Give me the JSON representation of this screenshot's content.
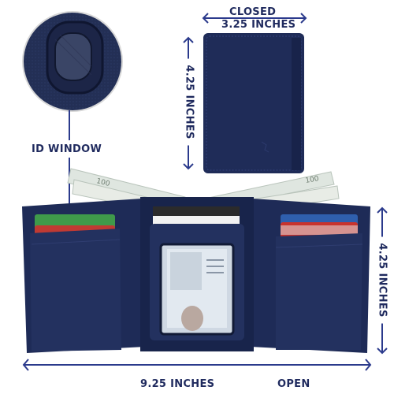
{
  "labels": {
    "closed": "CLOSED",
    "closed_width": "3.25 INCHES",
    "closed_height": "4.25 INCHES",
    "id_window": "ID WINDOW",
    "open_height": "4.25 INCHES",
    "open_width": "9.25 INCHES",
    "open": "OPEN"
  },
  "colors": {
    "wallet_navy": "#1c2a56",
    "dimension_line": "#2b3a8c",
    "label_text": "#1f2a5e"
  }
}
